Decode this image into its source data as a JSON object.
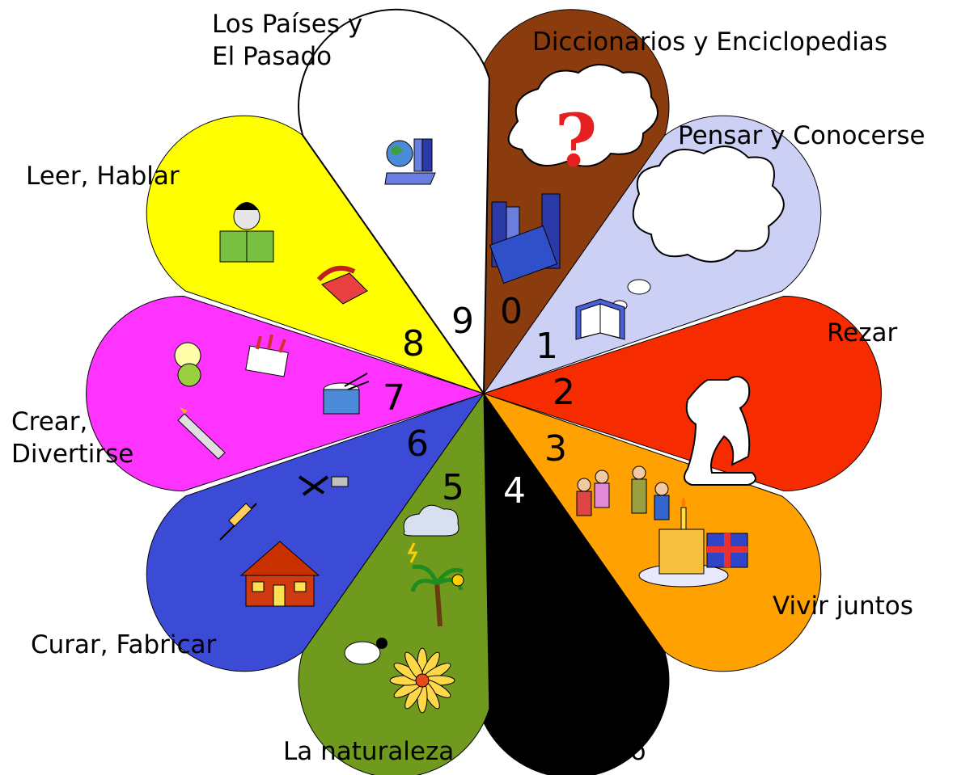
{
  "sectors": [
    {
      "digit": "0",
      "color": "#8b3c0f",
      "digit_color": "#000000",
      "label_lines": [
        "Diccionarios y Enciclopedias"
      ],
      "icon": "question-cloud-books-icon"
    },
    {
      "digit": "1",
      "color": "#cdd0f5",
      "digit_color": "#000000",
      "label_lines": [
        "Pensar y Conocerse"
      ],
      "icon": "thought-cloud-book-icon"
    },
    {
      "digit": "2",
      "color": "#f72b00",
      "digit_color": "#000000",
      "label_lines": [
        "Rezar"
      ],
      "icon": "praying-figure-icon"
    },
    {
      "digit": "3",
      "color": "#ffa100",
      "digit_color": "#000000",
      "label_lines": [
        "Vivir juntos"
      ],
      "icon": "family-cake-gift-icon"
    },
    {
      "digit": "4",
      "color": "#000000",
      "digit_color": "#ffffff",
      "label_lines": [
        "Vacío"
      ],
      "icon": ""
    },
    {
      "digit": "5",
      "color": "#6f9a1e",
      "digit_color": "#000000",
      "label_lines": [
        "La naturaleza"
      ],
      "icon": "nature-weather-sheep-flower-icon"
    },
    {
      "digit": "6",
      "color": "#3c4bd6",
      "digit_color": "#000000",
      "label_lines": [
        "Curar, Fabricar"
      ],
      "icon": "tools-syringe-house-icon"
    },
    {
      "digit": "7",
      "color": "#ff33ff",
      "digit_color": "#000000",
      "label_lines": [
        "Crear,",
        "Divertirse"
      ],
      "icon": "toy-paint-drum-icon"
    },
    {
      "digit": "8",
      "color": "#ffff00",
      "digit_color": "#000000",
      "label_lines": [
        "Leer, Hablar"
      ],
      "icon": "reading-telephone-icon"
    },
    {
      "digit": "9",
      "color": "#ffffff",
      "digit_color": "#000000",
      "label_lines": [
        "Los Países y",
        "El Pasado"
      ],
      "icon": "globe-books-icon"
    }
  ]
}
